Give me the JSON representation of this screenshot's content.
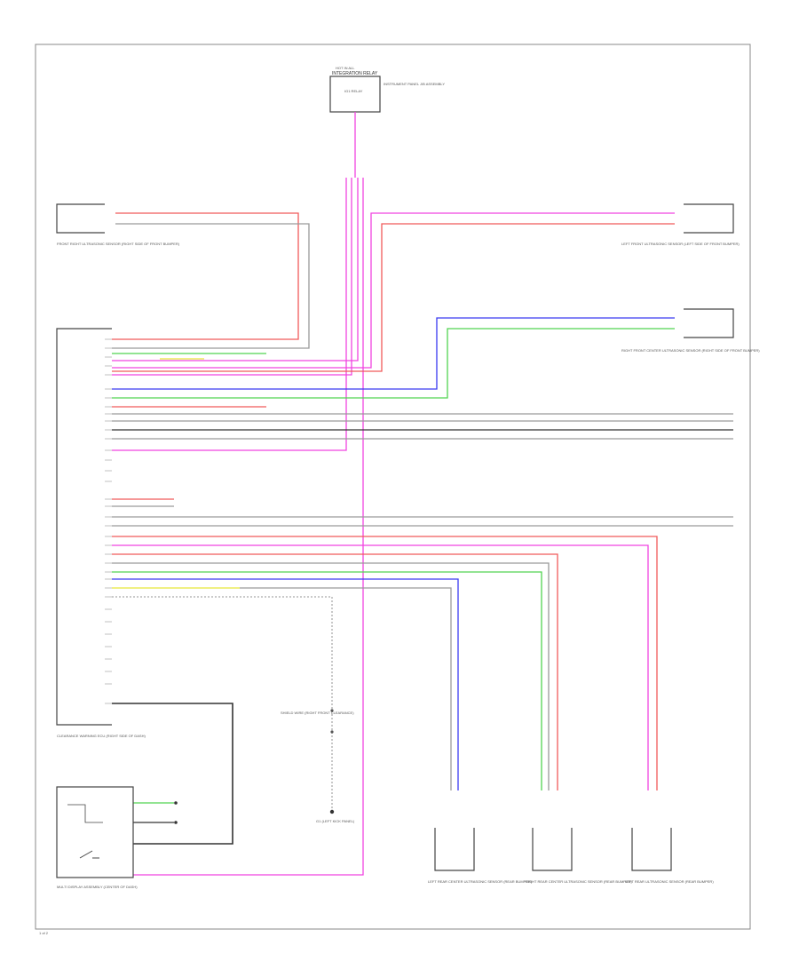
{
  "diagram": {
    "footer_code": "1 of 2",
    "components": {
      "top_module": {
        "header": "HOT IN ALL",
        "title": "INTEGRATION RELAY",
        "pins_label": "IG1 RELAY",
        "side_note": "INSTRUMENT PANEL J/B ASSEMBLY"
      },
      "front_right_sensor": {
        "label": "FRONT RIGHT ULTRASONIC SENSOR (RIGHT SIDE OF FRONT BUMPER)"
      },
      "rear_left_sensor": {
        "label": "LEFT FRONT ULTRASONIC SENSOR (LEFT SIDE OF FRONT BUMPER)"
      },
      "front_center_sensor": {
        "label": "RIGHT FRONT CENTER ULTRASONIC SENSOR (RIGHT SIDE OF FRONT BUMPER)"
      },
      "main_ecu": {
        "label": "CLEARANCE WARNING ECU (RIGHT SIDE OF DASH)"
      },
      "switch_box": {
        "label": "MULTI DISPLAY ASSEMBLY (CENTER OF DASH)"
      },
      "ground": {
        "label": "G1 (LEFT KICK PANEL)"
      },
      "splice_note": {
        "label": "SHIELD WIRE (RIGHT FRONT CLEARANCE)"
      },
      "rear_sensor_1": {
        "label": "LEFT REAR CENTER ULTRASONIC SENSOR (REAR BUMPER)"
      },
      "rear_sensor_2": {
        "label": "RIGHT REAR CENTER ULTRASONIC SENSOR (REAR BUMPER)"
      },
      "rear_sensor_3": {
        "label": "LEFT REAR ULTRASONIC SENSOR (REAR BUMPER)"
      }
    },
    "wire_colors": {
      "red": "#f05a5a",
      "pink": "#f044e0",
      "green": "#52d452",
      "blue": "#3a3af0",
      "yellow": "#e8e83a",
      "gray": "#9a9a9a",
      "dark": "#333333"
    }
  }
}
